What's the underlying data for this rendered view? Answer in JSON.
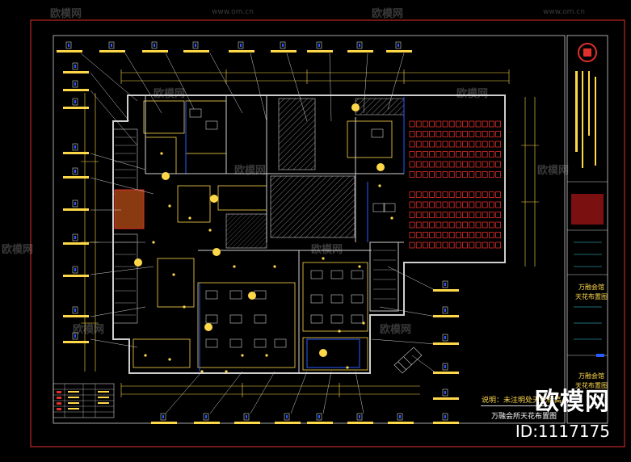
{
  "watermarks": {
    "brand": "欧模网",
    "url": "www.om.cn"
  },
  "footer": {
    "brand": "欧模网",
    "id_text": "ID:1117175"
  },
  "title_block": {
    "drawing_name": "天花布置图",
    "project": "万融会馆"
  },
  "captions": {
    "main_note": "说明：未注明处天花标高",
    "sub_note": "万融会所天花布置图"
  },
  "colors": {
    "background": "#000000",
    "wall": "#cfcfcf",
    "accent_yellow": "#ffd84a",
    "accent_red": "#e0302a",
    "accent_blue": "#2a5cff",
    "cyan": "#37d7e8"
  }
}
